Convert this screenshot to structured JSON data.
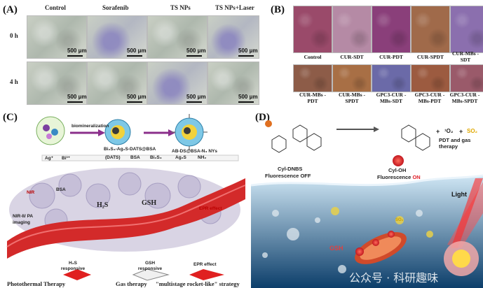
{
  "panels": {
    "A": {
      "label": "(A)",
      "columns": [
        "Control",
        "Sorafenib",
        "TS NPs",
        "TS NPs+Laser"
      ],
      "rows": [
        "0 h",
        "4 h"
      ],
      "scale": "500 μm"
    },
    "B": {
      "label": "(B)",
      "row1": [
        "Control",
        "CUR-SDT",
        "CUR-PDT",
        "CUR-SPDT",
        "CUR-MBs -SDT"
      ],
      "row2": [
        "CUR-MBs -PDT",
        "CUR-MBs -SPDT",
        "GPC3-CUR -MBs-SDT",
        "GPC3-CUR -MBs-PDT",
        "GPC3-CUR -MBs-SPDT"
      ],
      "colors1": [
        "#9a4a6a",
        "#b58aa5",
        "#8a3f7a",
        "#a06a4a",
        "#8b6fae"
      ],
      "colors2": [
        "#8d5c48",
        "#a86f45",
        "#6b6aa8",
        "#9c5b40",
        "#9a5a6a"
      ]
    },
    "C": {
      "label": "(C)",
      "biomineralization": "biomineralization",
      "np1": "Bi₂S₃-Ag₂S-DATS@BSA",
      "np2": "AB-DS@BSA-N₃ NYs",
      "legend": [
        "Ag⁺",
        "Bi³⁺",
        "(DATS)",
        "BSA",
        "Bi₂S₃",
        "Ag₂S",
        "NH₂"
      ],
      "labels": {
        "nir": "NIR",
        "bsa": "BSA",
        "h2s": "H₂S",
        "gsh": "GSH",
        "epr": "EPR effect",
        "imaging": "NIR-II/ PA imaging"
      },
      "arrows": [
        {
          "top": "H₂S responsive",
          "bottom": "Photothermal Therapy"
        },
        {
          "top": "GSH responsive",
          "bottom": "Gas therapy"
        },
        {
          "top": "EPR effect",
          "bottom": "\"multistage rocket-like\" strategy"
        }
      ]
    },
    "D": {
      "label": "(D)",
      "left_name": "Cyl-DNBS",
      "left_status_prefix": "Fluorescence",
      "left_status": "OFF",
      "right_name": "Cyl-OH",
      "right_status_prefix": "Fluorescence",
      "right_status": "ON",
      "plus1": "+",
      "o2": "¹O₂",
      "plus2": "+",
      "so2": "SO₂",
      "therapy": "PDT and gas therapy",
      "light": "Light",
      "gsh": "GSH",
      "so2_bubble": "SO₂",
      "accent_on": "#e0202a",
      "accent_so2": "#e0a800"
    }
  },
  "watermark": "公众号 · 科研趣味"
}
